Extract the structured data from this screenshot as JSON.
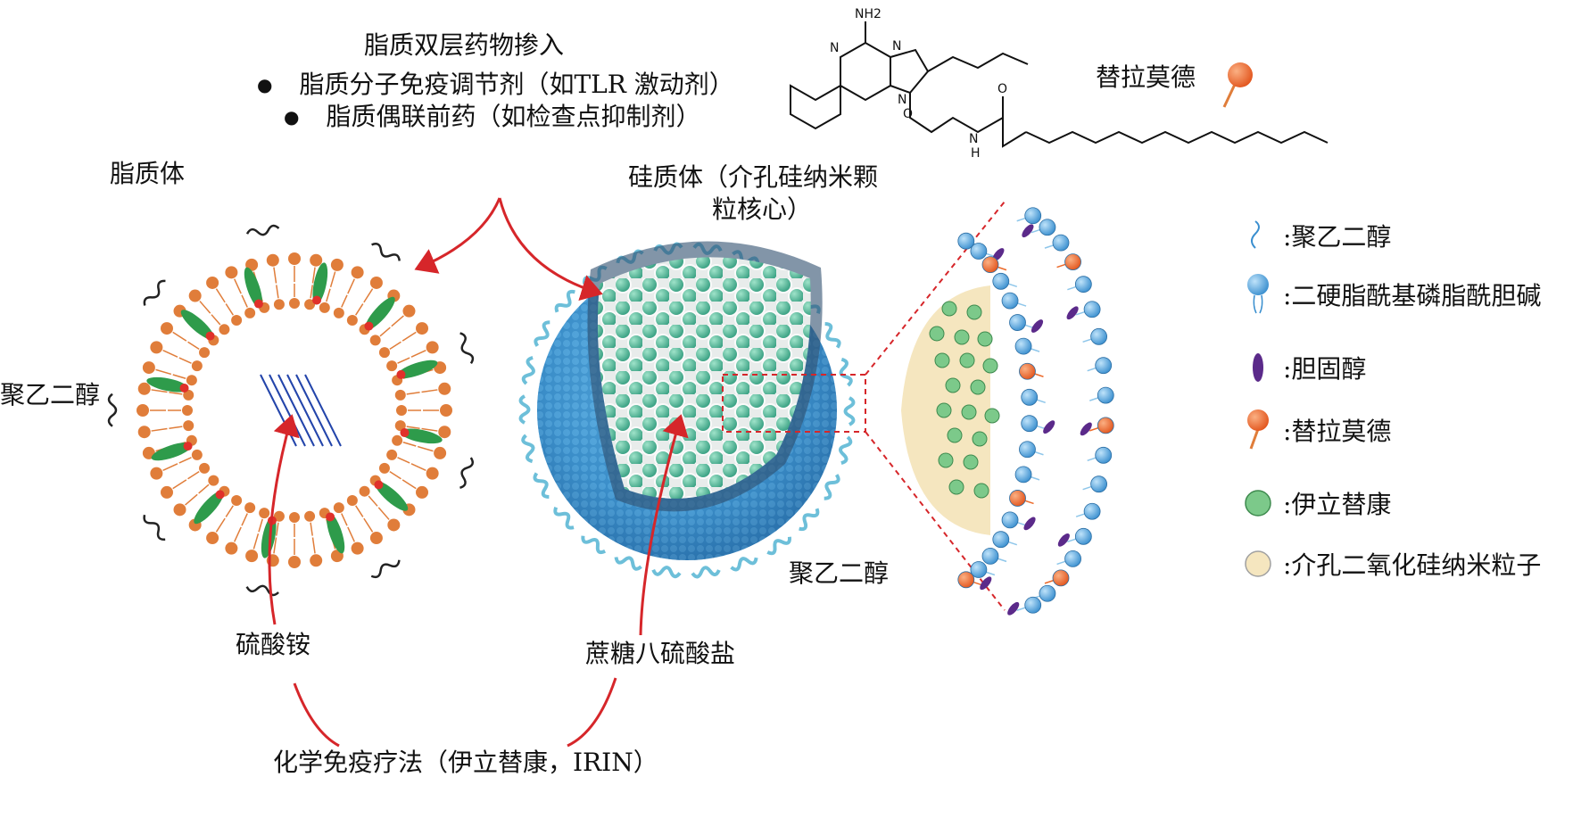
{
  "top_text": {
    "title": "脂质双层药物掺入",
    "bullets": [
      "脂质分子免疫调节剂（如TLR 激动剂）",
      "脂质偶联前药（如检查点抑制剂）"
    ]
  },
  "labels": {
    "liposome": "脂质体",
    "silicasome_line1": "硅质体（介孔硅纳米颗",
    "silicasome_line2": "粒核心）",
    "peg_left": "聚乙二醇",
    "peg_right": "聚乙二醇",
    "ammonium_sulfate": "硫酸铵",
    "sucrose_octasulfate": "蔗糖八硫酸盐",
    "chemo_immuno": "化学免疫疗法（伊立替康，IRIN）",
    "ttd_name": "替拉莫德"
  },
  "chem_atoms": {
    "nh2": "NH2",
    "n1": "N",
    "n2": "N",
    "n3": "N",
    "o1": "O",
    "o2": "O",
    "nh": "N",
    "h": "H"
  },
  "legend": [
    {
      "icon": "peg-icon",
      "label": ":聚乙二醇"
    },
    {
      "icon": "dspc-icon",
      "label": ":二硬脂酰基磷脂酰胆碱"
    },
    {
      "icon": "cholesterol-icon",
      "label": ":胆固醇"
    },
    {
      "icon": "telratolimod-icon",
      "label": ":替拉莫德"
    },
    {
      "icon": "irinotecan-icon",
      "label": ":伊立替康"
    },
    {
      "icon": "msnp-icon",
      "label": ":介孔二氧化硅纳米粒子"
    }
  ],
  "colors": {
    "arrow": "#d6262a",
    "lipid_head": "#e07d3a",
    "lipid_tail": "#e07d3a",
    "drug_green": "#2e9b4b",
    "dspc_blue": "#5aa7dc",
    "cholesterol": "#5b2a8a",
    "telratolimod": "#ec6a2a",
    "irinotecan": "#7cc98a",
    "msnp": "#f5e6bf",
    "peg": "#6dbfd9",
    "core_blue": "#3b8ec9"
  }
}
